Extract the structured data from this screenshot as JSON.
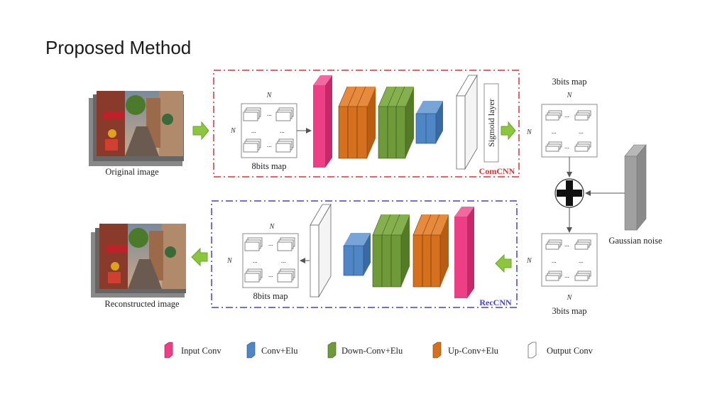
{
  "slide": {
    "title": "Proposed Method"
  },
  "diagram": {
    "original_image_label": "Original image",
    "reconstructed_image_label": "Reconstructed image",
    "comcnn_label": "ComCNN",
    "reccnn_label": "RecCNN",
    "sigmoid_label": "Sigmoid layer",
    "map_8bits_top": "8bits map",
    "map_8bits_bottom": "8bits map",
    "map_3bits_top": "3bits map",
    "map_3bits_bottom": "3bits map",
    "gaussian_noise_label": "Gaussian noise",
    "dim_symbol": "N",
    "ellipsis": "...",
    "colors": {
      "input_conv": "#ec3f86",
      "conv_elu": "#4f86c6",
      "down_conv_elu": "#6f9a3a",
      "up_conv_elu": "#d4701e",
      "output_conv": "#ffffff",
      "comcnn_border": "#e03030",
      "reccnn_border": "#4040d8",
      "arrow_green": "#8cc63f"
    }
  },
  "legend": {
    "items": [
      {
        "label": "Input Conv",
        "icon": "pink-block-icon"
      },
      {
        "label": "Conv+Elu",
        "icon": "blue-block-icon"
      },
      {
        "label": "Down-Conv+Elu",
        "icon": "green-block-icon"
      },
      {
        "label": "Up-Conv+Elu",
        "icon": "orange-block-icon"
      },
      {
        "label": "Output Conv",
        "icon": "white-block-icon"
      }
    ]
  }
}
